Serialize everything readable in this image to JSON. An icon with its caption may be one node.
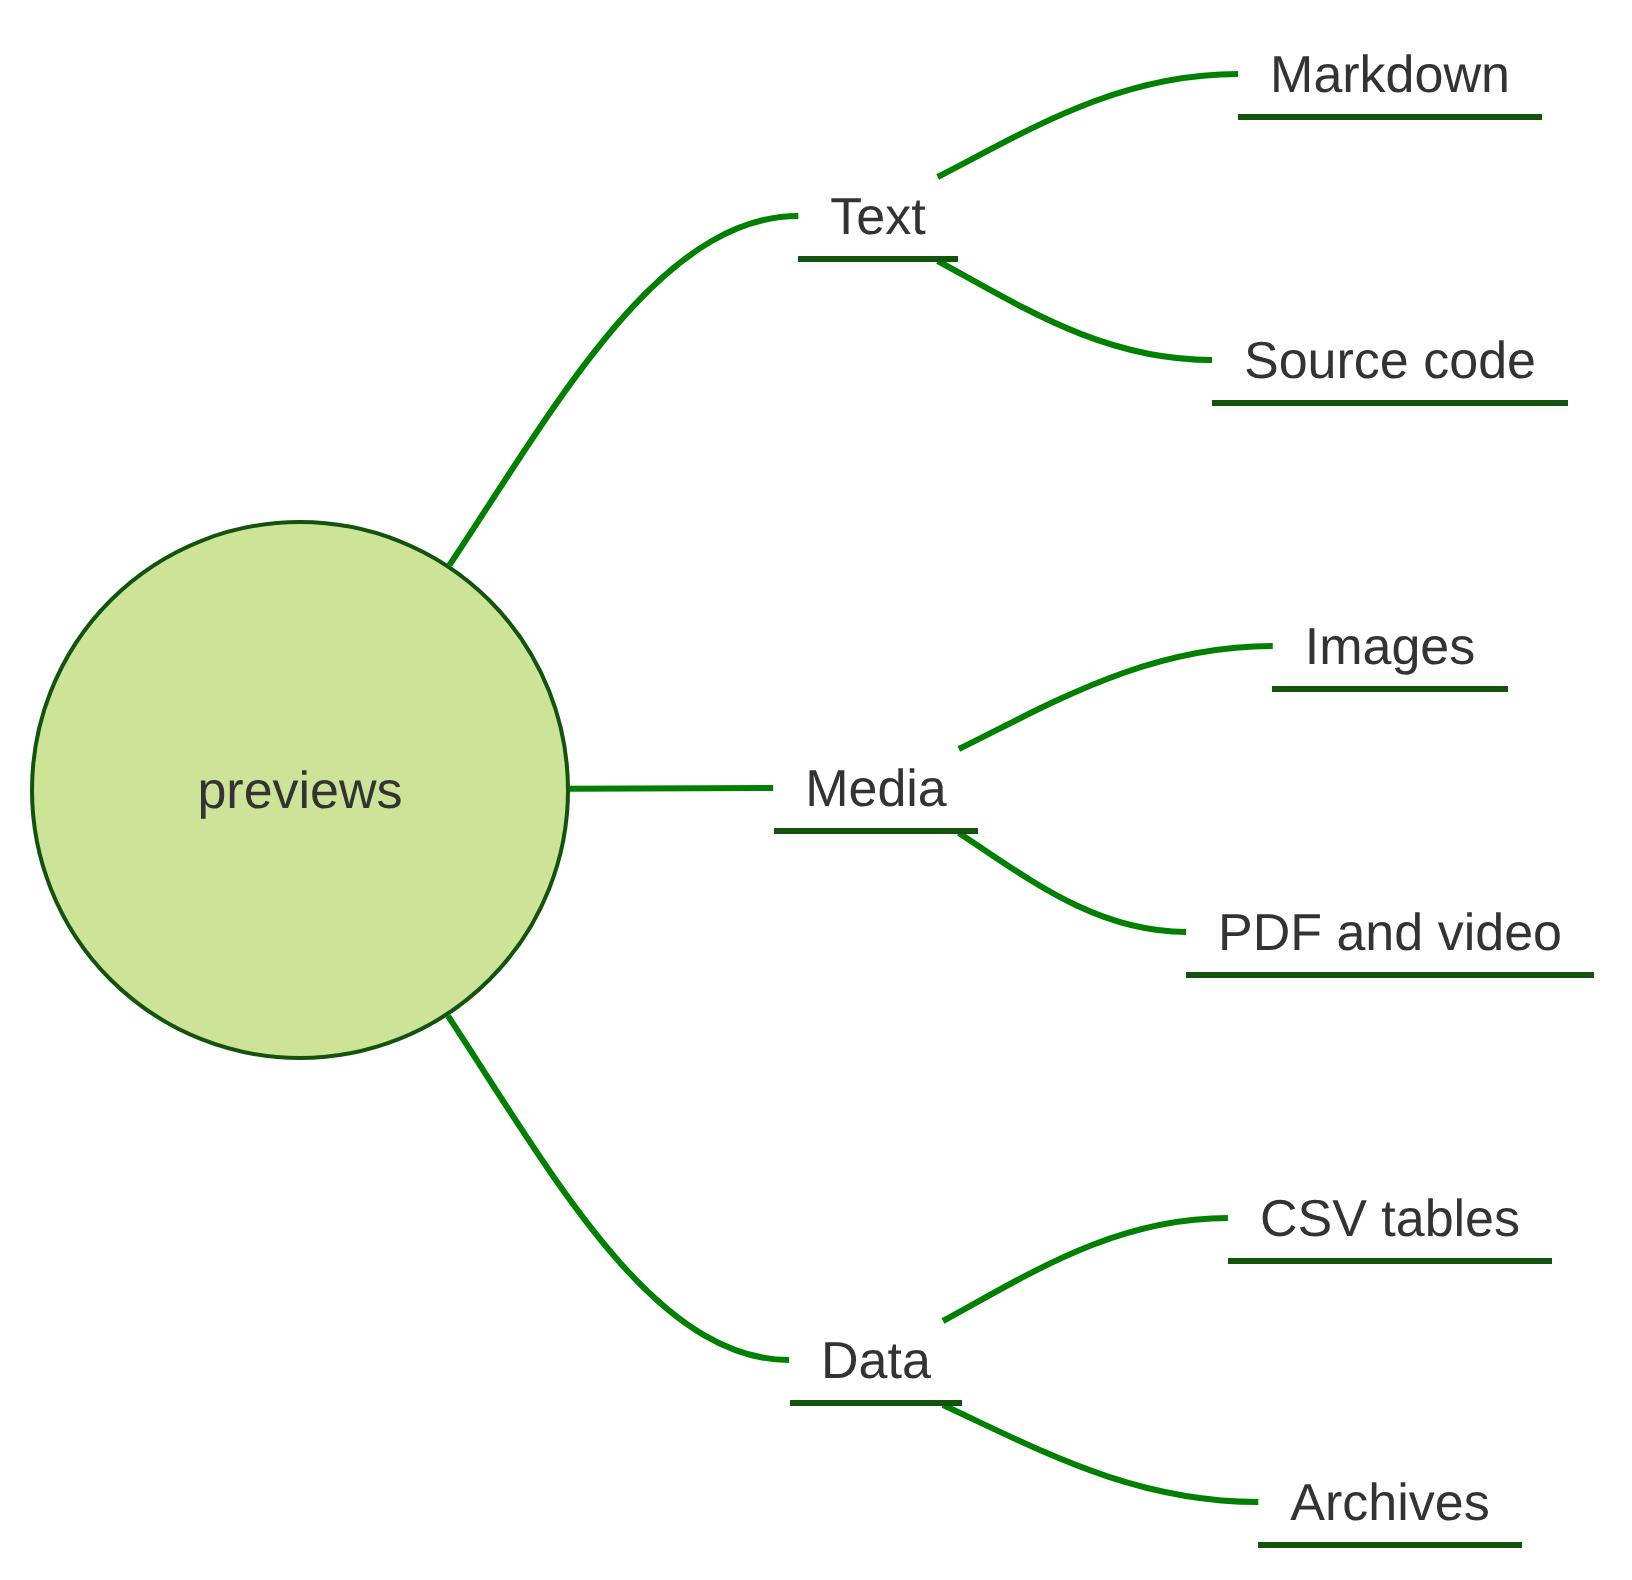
{
  "diagram": {
    "nodes": [
      {
        "text": [
          "previews"
        ]
      },
      {
        "text": [
          "Text"
        ]
      },
      {
        "text": [
          "Markdown"
        ]
      },
      {
        "text": [
          "Source code"
        ]
      },
      {
        "text": [
          "Media"
        ]
      },
      {
        "text": [
          "Images"
        ]
      },
      {
        "text": [
          "PDF and video"
        ]
      },
      {
        "text": [
          "Data"
        ]
      },
      {
        "text": [
          "CSV tables"
        ]
      },
      {
        "text": [
          "Archives"
        ]
      }
    ],
    "edges": [
      {
        "from": 0,
        "to": 1,
        "arrow": "none"
      },
      {
        "from": 1,
        "to": 2,
        "arrow": "none"
      },
      {
        "from": 1,
        "to": 3,
        "arrow": "none"
      },
      {
        "from": 0,
        "to": 4,
        "arrow": "none"
      },
      {
        "from": 4,
        "to": 5,
        "arrow": "none"
      },
      {
        "from": 4,
        "to": 6,
        "arrow": "none"
      },
      {
        "from": 0,
        "to": 7,
        "arrow": "none"
      },
      {
        "from": 7,
        "to": 8,
        "arrow": "none"
      },
      {
        "from": 7,
        "to": 9,
        "arrow": "none"
      }
    ]
  }
}
